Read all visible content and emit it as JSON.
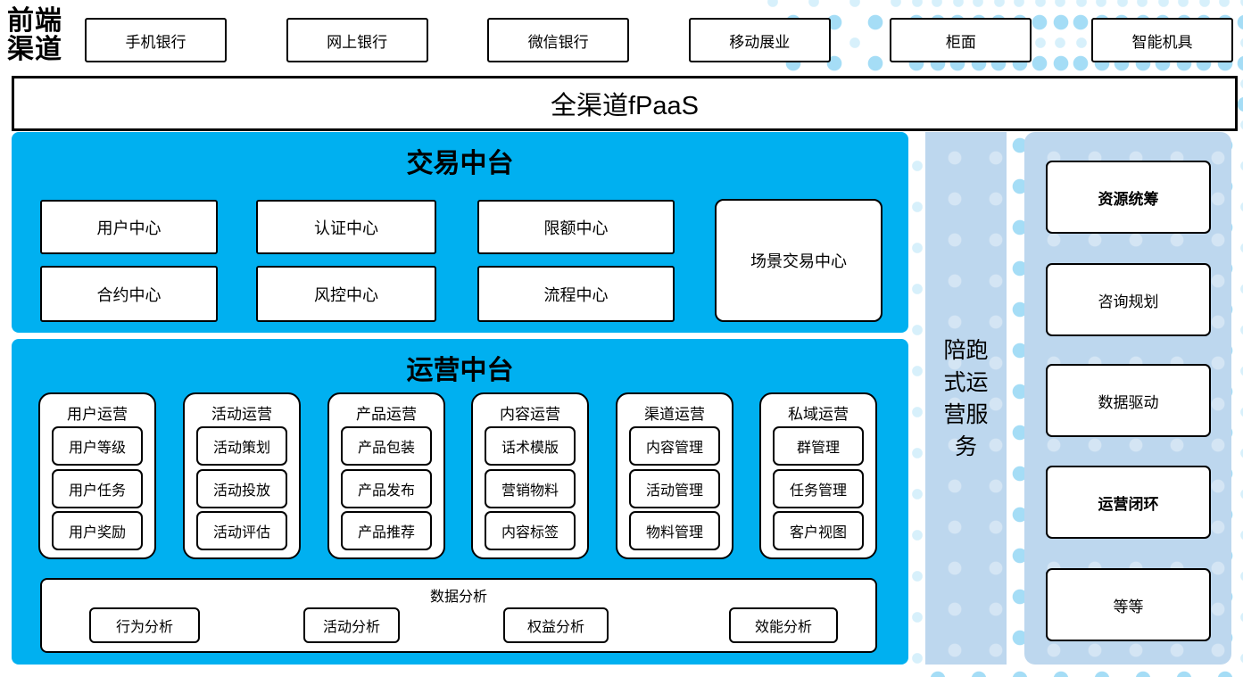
{
  "front_channels": {
    "label": "前端渠道",
    "items": [
      "手机银行",
      "网上银行",
      "微信银行",
      "移动展业",
      "柜面",
      "智能机具"
    ]
  },
  "fpaas_bar": {
    "label": "全渠道fPaaS"
  },
  "trade_platform": {
    "title": "交易中台",
    "row1": [
      "用户中心",
      "认证中心",
      "限额中心"
    ],
    "row2": [
      "合约中心",
      "风控中心",
      "流程中心"
    ],
    "scene_center": "场景交易中心"
  },
  "operation_platform": {
    "title": "运营中台",
    "columns": [
      {
        "title": "用户运营",
        "items": [
          "用户等级",
          "用户任务",
          "用户奖励"
        ]
      },
      {
        "title": "活动运营",
        "items": [
          "活动策划",
          "活动投放",
          "活动评估"
        ]
      },
      {
        "title": "产品运营",
        "items": [
          "产品包装",
          "产品发布",
          "产品推荐"
        ]
      },
      {
        "title": "内容运营",
        "items": [
          "话术模版",
          "营销物料",
          "内容标签"
        ]
      },
      {
        "title": "渠道运营",
        "items": [
          "内容管理",
          "活动管理",
          "物料管理"
        ]
      },
      {
        "title": "私域运营",
        "items": [
          "群管理",
          "任务管理",
          "客户视图"
        ]
      }
    ],
    "data_analysis": {
      "title": "数据分析",
      "items": [
        "行为分析",
        "活动分析",
        "权益分析",
        "效能分析"
      ]
    }
  },
  "side_bar": {
    "label": "陪跑式运营服务"
  },
  "side_panel": {
    "items": [
      "资源统筹",
      "咨询规划",
      "数据驱动",
      "运营闭环",
      "等等"
    ]
  },
  "colors": {
    "accent_blue": "#00B0F0",
    "light_blue": "#BDD7EE",
    "dot_medium": "#A5DDF6",
    "dot_light": "#D7F0FB",
    "border": "#000000"
  }
}
